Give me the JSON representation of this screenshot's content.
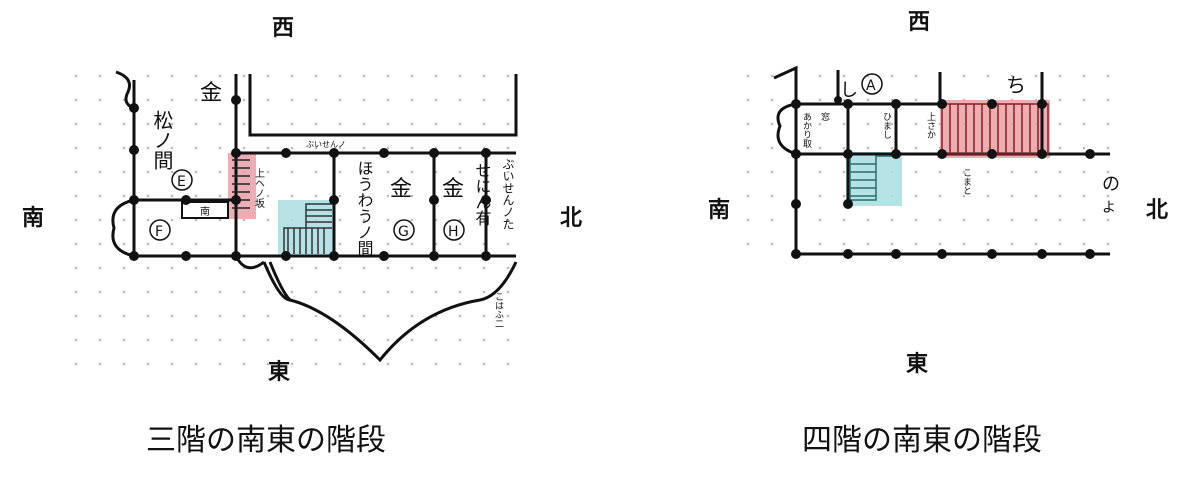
{
  "left_plan": {
    "west": "西",
    "east": "東",
    "south": "南",
    "north": "北",
    "caption": "三階の南東の階段",
    "labels": {
      "kin1": "金",
      "matsu": "松ノ間",
      "circle_e": "E",
      "circle_f": "F",
      "stair": "上ヘノ坂",
      "small_label": "南",
      "kin2": "金",
      "houwou": "ほうわうノ間",
      "circle_g": "G",
      "kin3": "金",
      "circle_h": "H",
      "seninyuu": "せにん有",
      "right_edge": "ぶいせんノた",
      "top_tiny": "ぶいせんノ",
      "kohafu": "こはふ二"
    }
  },
  "right_plan": {
    "west": "西",
    "east": "東",
    "south": "南",
    "north": "北",
    "caption": "四階の南東の階段",
    "labels": {
      "circle_a": "A",
      "shi": "し",
      "chi": "ち",
      "akari": "あかり取",
      "mado": "窓",
      "himesi": "ひまし",
      "uesaka": "上さか",
      "komato": "こまと",
      "no": "の",
      "yo": "よ"
    }
  },
  "colors": {
    "red_highlight": "#e8a0a4",
    "blue_highlight": "#a8dde0"
  }
}
